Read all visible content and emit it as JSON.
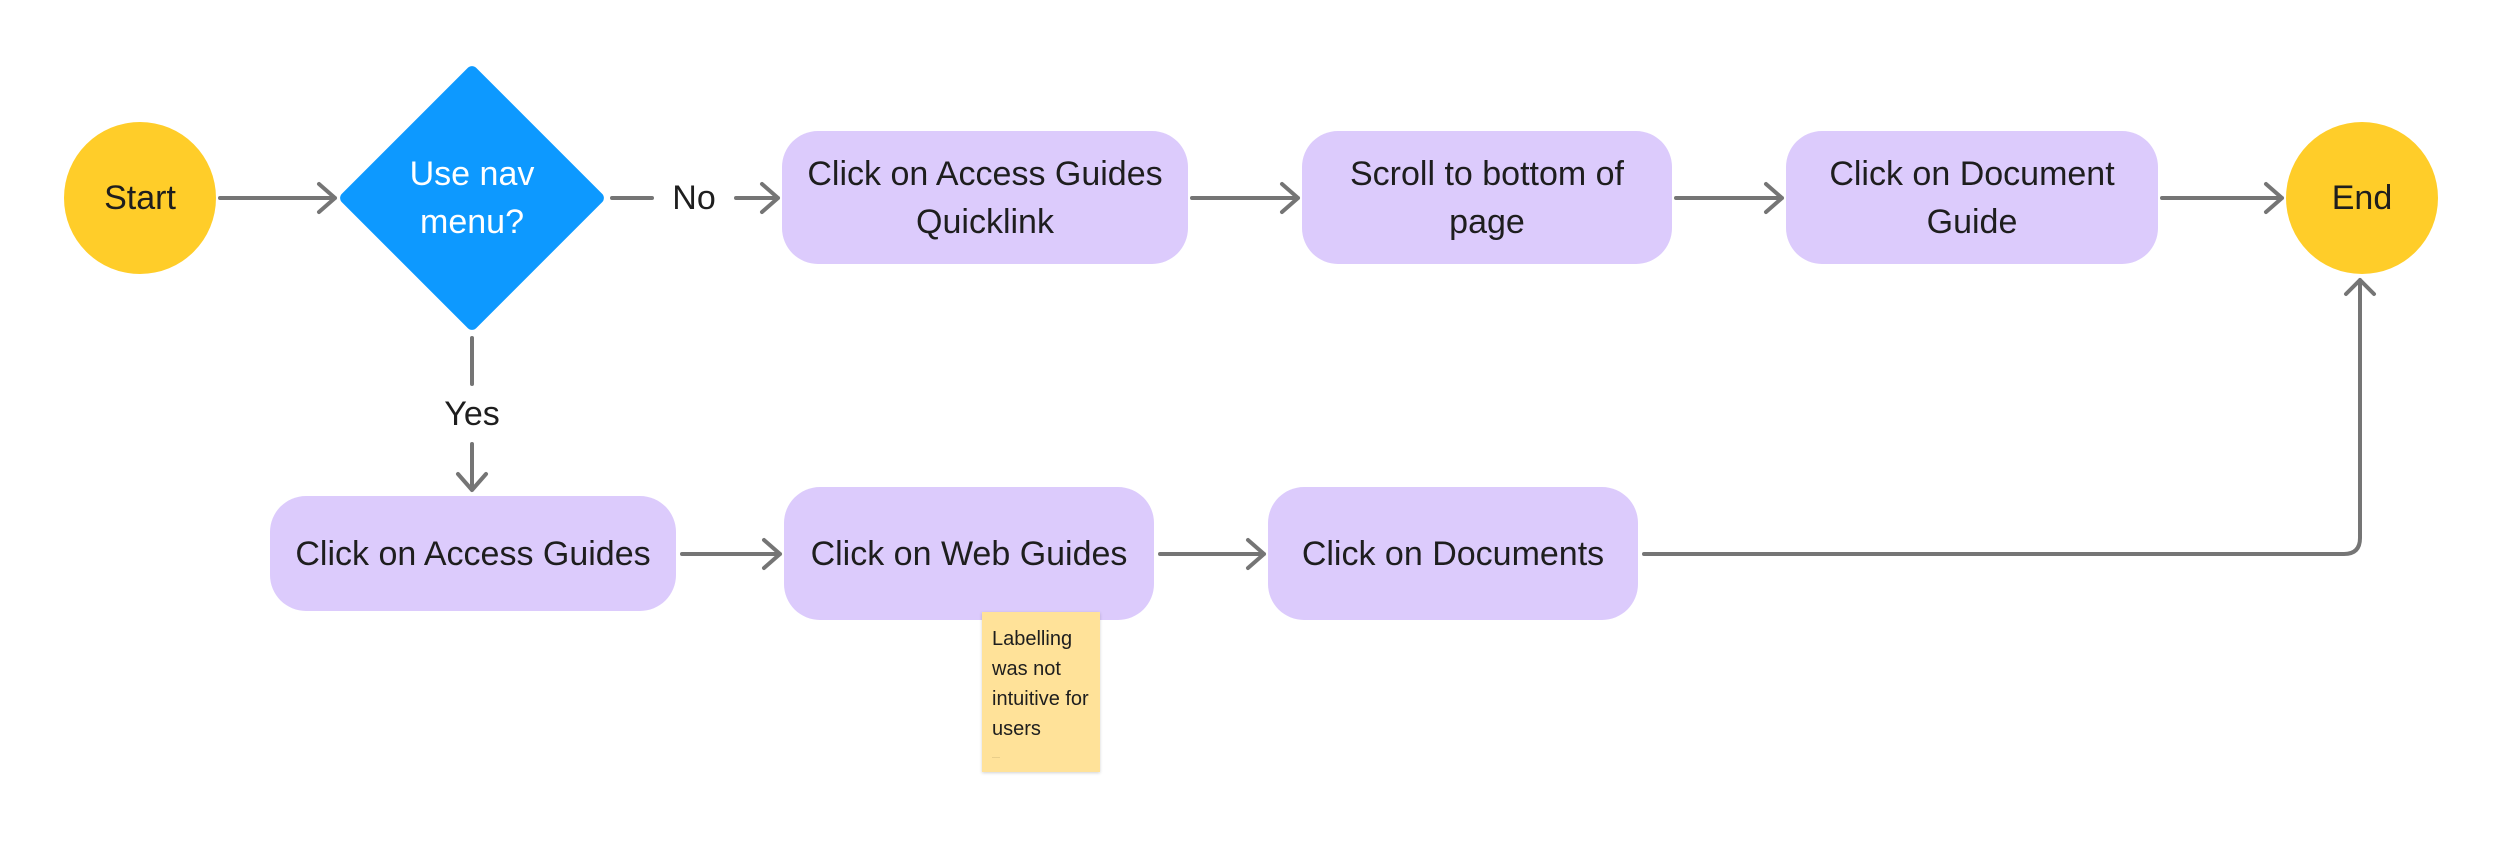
{
  "nodes": {
    "start": "Start",
    "decision": "Use nav menu?",
    "access_quicklink": "Click on Access Guides Quicklink",
    "scroll_bottom": "Scroll to bottom of page",
    "document_guide": "Click on Document Guide",
    "end": "End",
    "access_guides": "Click on Access Guides",
    "web_guides": "Click on Web Guides",
    "documents": "Click on Documents"
  },
  "edge_labels": {
    "no": "No",
    "yes": "Yes"
  },
  "sticky_note": {
    "text": "Labelling was not intuitive for users"
  },
  "colors": {
    "terminal": "#ffcd29",
    "decision": "#0d99ff",
    "process": "#dccbfc",
    "connector": "#757575",
    "sticky": "#ffe299"
  }
}
